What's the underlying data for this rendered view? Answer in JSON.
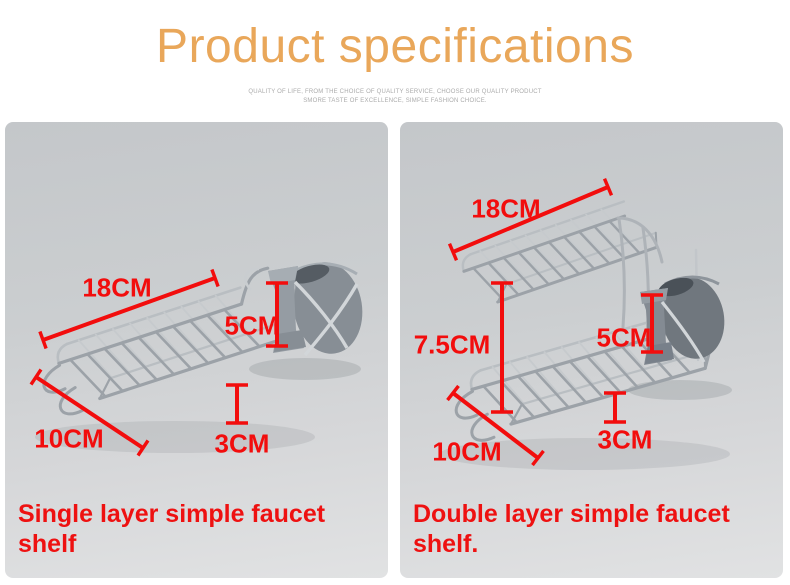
{
  "header": {
    "title": "Product specifications",
    "tagline_line1": "QUALITY OF LIFE, FROM THE CHOICE OF QUALITY SERVICE, CHOOSE OUR QUALITY PRODUCT",
    "tagline_line2": "SMORE TASTE OF EXCELLENCE, SIMPLE FASHION CHOICE."
  },
  "colors": {
    "title_orange": "#E9A75A",
    "dimension_red": "#F20D0D",
    "caption_red": "#EE1111",
    "panel_background_top": "#C4C7CA",
    "panel_background_bottom": "#E1E2E3",
    "chrome_wire": "#9CA2A8",
    "clamp_gray": "#868D94"
  },
  "panels": [
    {
      "name": "single-layer",
      "caption": "Single layer simple faucet shelf",
      "dims": {
        "width": "18CM",
        "clamp_height": "5CM",
        "depth": "10CM",
        "basket_height": "3CM"
      }
    },
    {
      "name": "double-layer",
      "caption": "Double layer simple faucet shelf.",
      "dims": {
        "width": "18CM",
        "tier_gap": "7.5CM",
        "clamp_height": "5CM",
        "depth": "10CM",
        "basket_height": "3CM"
      }
    }
  ]
}
